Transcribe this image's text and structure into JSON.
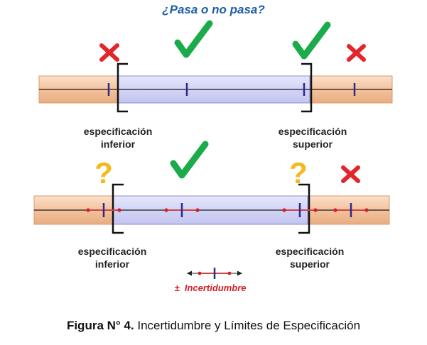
{
  "title": "¿Pasa o no pasa?",
  "top_row": {
    "lower_spec_label": [
      "especificación",
      "inferior"
    ],
    "upper_spec_label": [
      "especificación",
      "superior"
    ],
    "marks": [
      "fail",
      "pass",
      "pass",
      "fail"
    ]
  },
  "bottom_row": {
    "lower_spec_label": [
      "especificación",
      "inferior"
    ],
    "upper_spec_label": [
      "especificación",
      "superior"
    ],
    "marks": [
      "uncertain",
      "pass",
      "uncertain",
      "fail"
    ]
  },
  "uncertainty_legend": {
    "symbol": "±",
    "label": "Incertidumbre"
  },
  "caption": {
    "prefix": "Figura N° 4.",
    "text": "Incertidumbre y Límites de Especificación"
  },
  "colors": {
    "title": "#1f5fa8",
    "band_outer": "#f7c9a6",
    "band_inner": "#d7d8f7",
    "tick": "#2a2a8a",
    "check": "#1aab4b",
    "cross": "#e2262b",
    "question": "#f5b91c",
    "uncertainty": "#d4202a"
  }
}
